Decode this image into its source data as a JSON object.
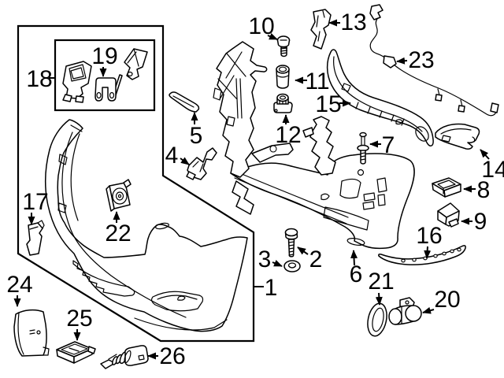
{
  "diagram": {
    "callouts": [
      "1",
      "2",
      "3",
      "4",
      "5",
      "6",
      "7",
      "8",
      "9",
      "10",
      "11",
      "12",
      "13",
      "14",
      "15",
      "16",
      "17",
      "18",
      "19",
      "20",
      "21",
      "22",
      "23",
      "24",
      "25",
      "26"
    ],
    "colors": {
      "line": "#000000",
      "background": "#ffffff",
      "label": "#000000"
    }
  }
}
